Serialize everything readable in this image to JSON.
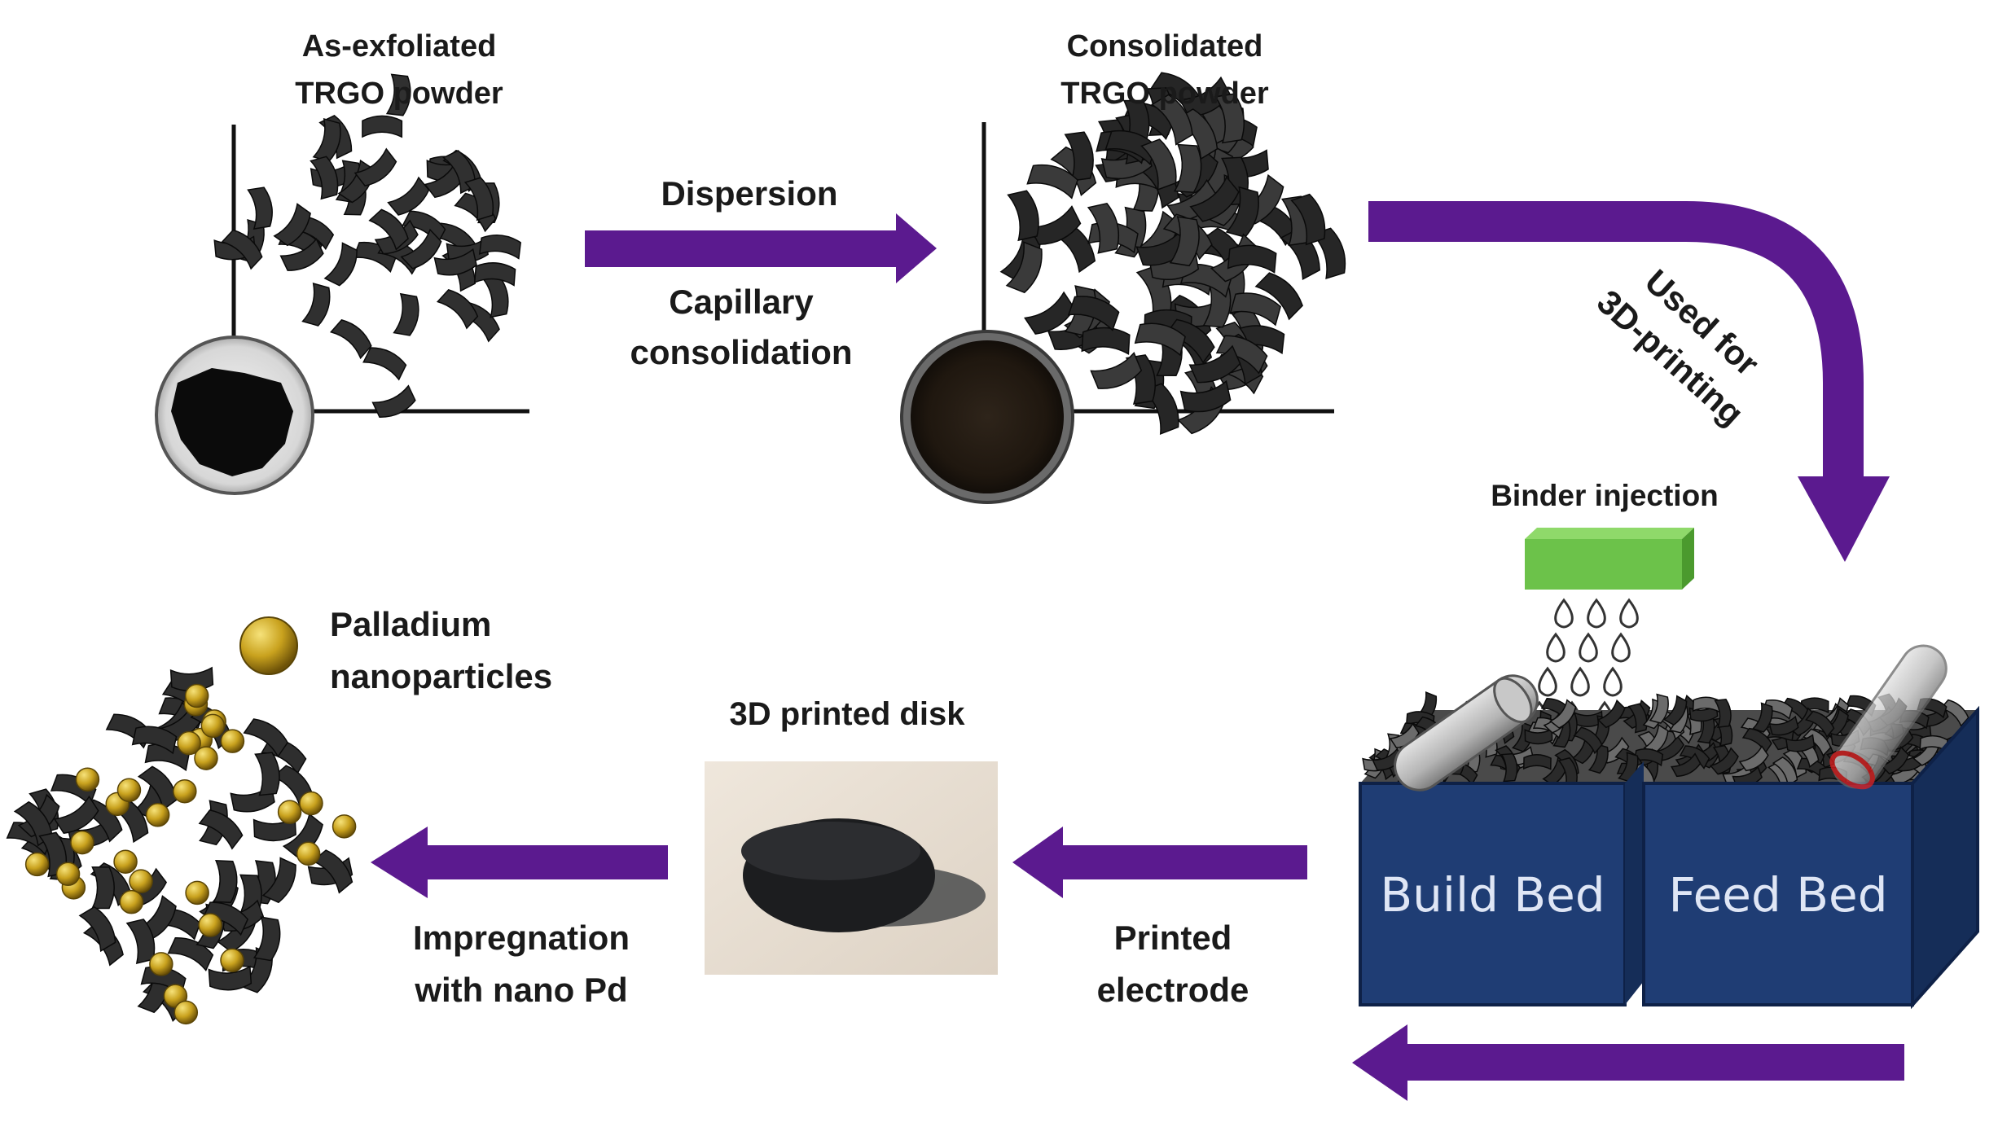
{
  "labels": {
    "as_exfoliated_1": "As-exfoliated",
    "as_exfoliated_2": "TRGO powder",
    "consolidated_1": "Consolidated",
    "consolidated_2": "TRGO powder",
    "dispersion": "Dispersion",
    "capillary_1": "Capillary",
    "capillary_2": "consolidation",
    "used_for_1": "Used for",
    "used_for_2": "3D-printing",
    "binder_injection": "Binder injection",
    "build_bed": "Build Bed",
    "feed_bed": "Feed Bed",
    "palladium_1": "Palladium",
    "palladium_2": "nanoparticles",
    "printed_disk": "3D printed disk",
    "impregnation_1": "Impregnation",
    "impregnation_2": "with nano Pd",
    "printed_electrode_1": "Printed",
    "printed_electrode_2": "electrode"
  },
  "colors": {
    "arrow": "#5b1a8f",
    "bed_front": "#1f3d74",
    "bed_side": "#152d58",
    "binder_box": "#6cc24a",
    "palladium": "#c9a21e",
    "flake": "#2b2b2b"
  }
}
